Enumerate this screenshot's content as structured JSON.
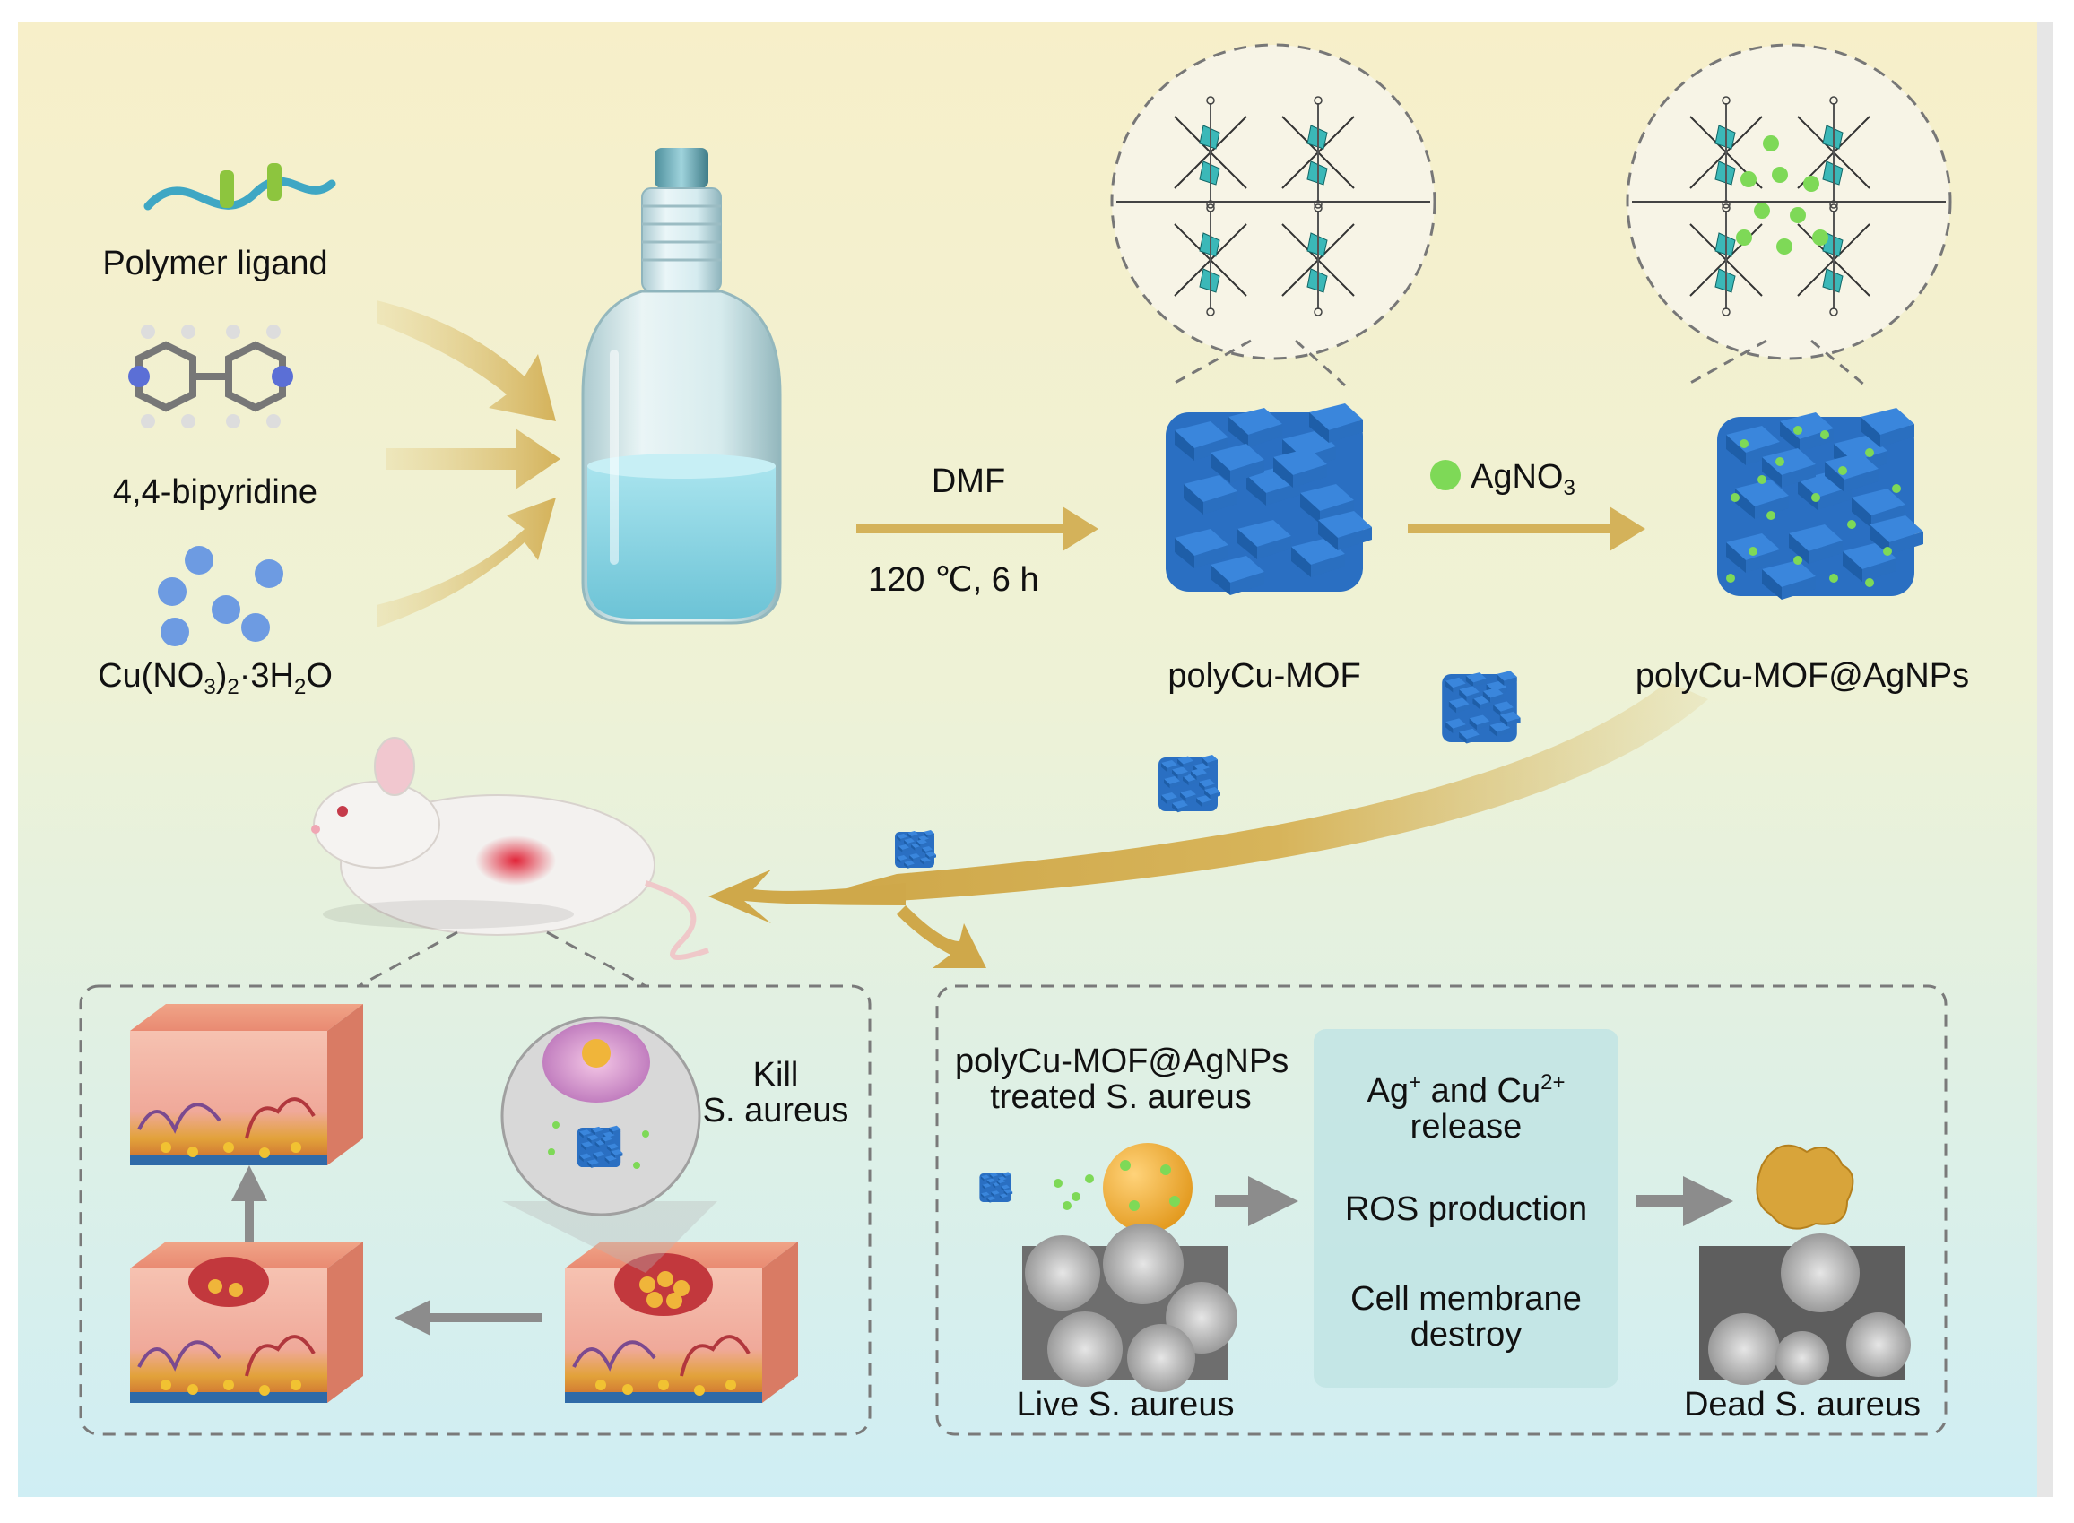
{
  "precursors": {
    "polymer_ligand": "Polymer ligand",
    "bipyridine": "4,4-bipyridine",
    "copper_salt": {
      "a": "Cu(NO",
      "b": "3",
      "c": ")",
      "d": "2",
      "e": "·3H",
      "f": "2",
      "g": "O"
    }
  },
  "synthesis": {
    "solvent": "DMF",
    "conditions": "120 ℃,  6 h",
    "mof_label": "polyCu-MOF",
    "silver_reagent": {
      "a": "AgNO",
      "b": "3"
    },
    "mof_ag_label": "polyCu-MOF@AgNPs"
  },
  "wound_panel": {
    "kill_line1": "Kill",
    "kill_line2": "S. aureus"
  },
  "mechanism_panel": {
    "treated_line1": "polyCu-MOF@AgNPs",
    "treated_line2": "treated S. aureus",
    "release": {
      "ag": "Ag",
      "ag_sup": "+",
      "and": " and Cu",
      "cu_sup": "2+",
      "line2": "release"
    },
    "ros": "ROS production",
    "membrane_line1": "Cell membrane",
    "membrane_line2": "destroy",
    "live_label": "Live S. aureus",
    "dead_label": "Dead S. aureus"
  },
  "colors": {
    "bg_top": "#f7efc9",
    "bg_bottom": "#d3eef2",
    "flow_arrow": "#d9b964",
    "gray_arrow": "#8c8c8c",
    "mof_blue": "#2f73c8",
    "silver_green": "#7ed957",
    "solution": "#8fd3e0"
  }
}
